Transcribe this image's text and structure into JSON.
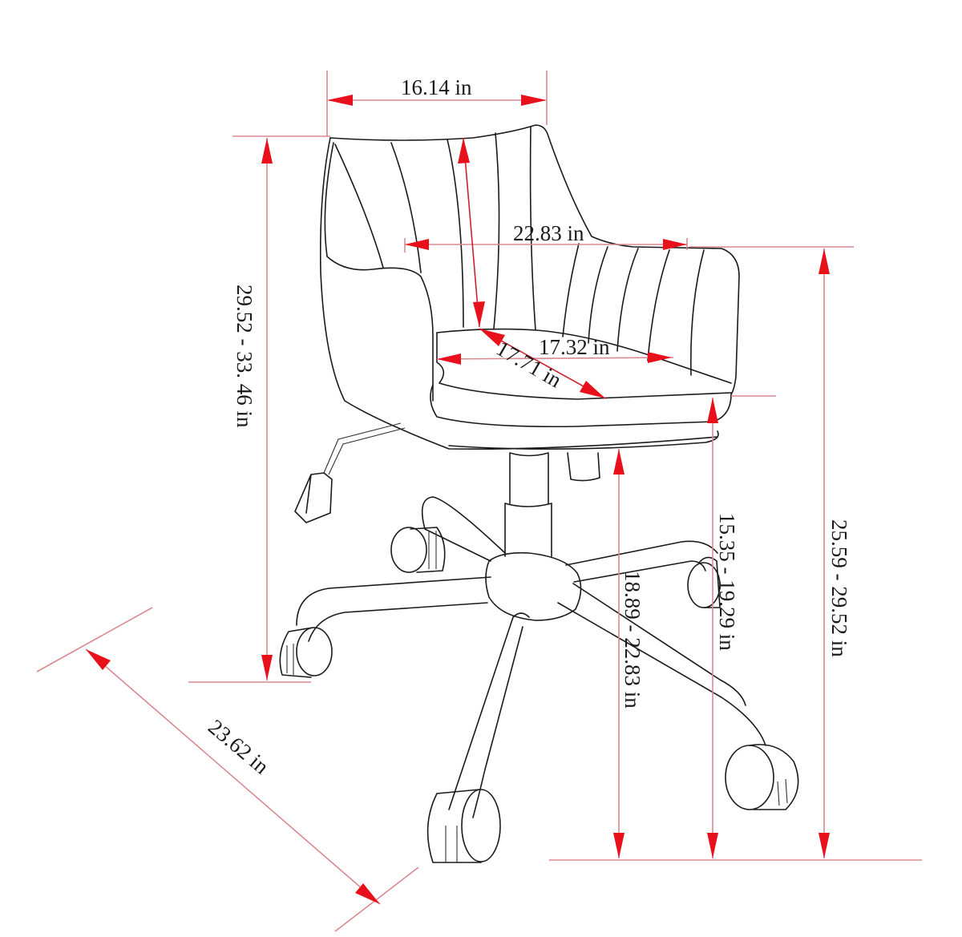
{
  "diagram": {
    "subject": "Office chair dimension drawing",
    "accent_color": "#e8101a",
    "line_color": "#1a1a1a",
    "dimensions": {
      "backrest_width": "16.14 in",
      "overall_width": "22.83 in",
      "seat_width": "17.32 in",
      "seat_depth": "17.71 in",
      "overall_height": "29.52 - 33. 46 in",
      "armrest_height": "25.59 - 29.52 in",
      "seat_height": "15.35 - 19.29 in",
      "seat_bottom_height": "18.89 - 22.83 in",
      "base_diameter": "23.62 in"
    }
  }
}
